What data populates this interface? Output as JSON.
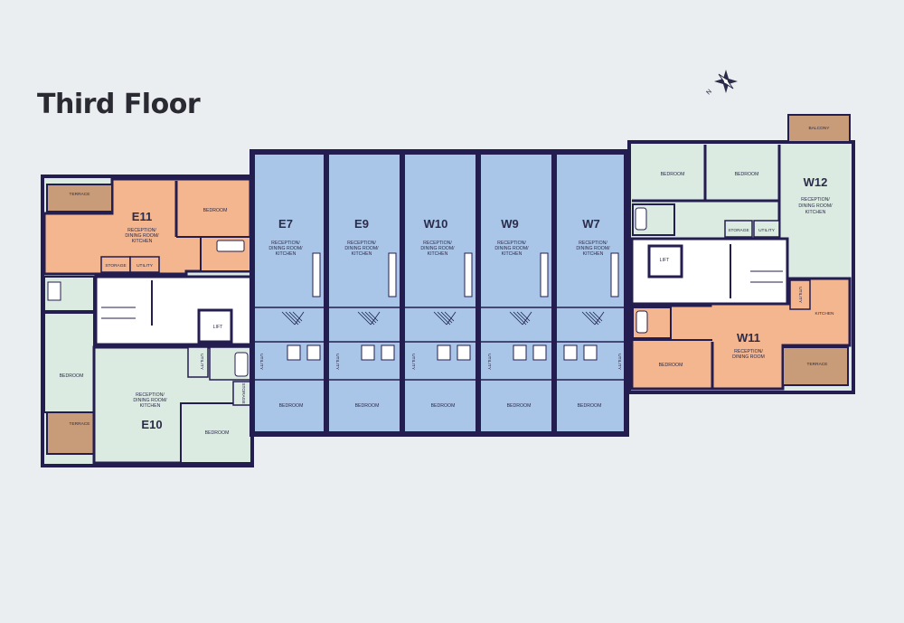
{
  "title": "Third Floor",
  "colors": {
    "wall": "#241d4f",
    "blue_unit": "#a9c6e8",
    "orange_unit": "#f4b68e",
    "green_unit": "#dcebe2",
    "terrace": "#c89c78",
    "core": "#ffffff",
    "background": "#eaeef0"
  },
  "compass": {
    "icon": "compass-rose-icon",
    "letter": "N"
  },
  "units": {
    "e11": {
      "name": "E11",
      "reception": [
        "RECEPTION/",
        "DINING ROOM/",
        "KITCHEN"
      ],
      "bedroom": "BEDROOM",
      "storage": "STORAGE",
      "utility": "UTILITY",
      "terrace": "TERRACE"
    },
    "e10": {
      "name": "E10",
      "reception": [
        "RECEPTION/",
        "DINING ROOM/",
        "KITCHEN"
      ],
      "bedroom1": "BEDROOM",
      "bedroom2": "BEDROOM",
      "utility": "UTILITY",
      "storage": "STORAGE",
      "terrace": "TERRACE"
    },
    "e7": {
      "name": "E7",
      "reception": [
        "RECEPTION/",
        "DINING ROOM/",
        "KITCHEN"
      ],
      "bedroom": "BEDROOM",
      "utility": "UTILITY"
    },
    "e9": {
      "name": "E9",
      "reception": [
        "RECEPTION/",
        "DINING ROOM/",
        "KITCHEN"
      ],
      "bedroom": "BEDROOM",
      "utility": "UTILITY"
    },
    "w10": {
      "name": "W10",
      "reception": [
        "RECEPTION/",
        "DINING ROOM/",
        "KITCHEN"
      ],
      "bedroom": "BEDROOM",
      "utility": "UTILITY"
    },
    "w9": {
      "name": "W9",
      "reception": [
        "RECEPTION/",
        "DINING ROOM/",
        "KITCHEN"
      ],
      "bedroom": "BEDROOM",
      "utility": "UTILITY"
    },
    "w7": {
      "name": "W7",
      "reception": [
        "RECEPTION/",
        "DINING ROOM/",
        "KITCHEN"
      ],
      "bedroom": "BEDROOM",
      "utility": "UTILITY"
    },
    "w12": {
      "name": "W12",
      "reception": [
        "RECEPTION/",
        "DINING ROOM/",
        "KITCHEN"
      ],
      "bedroom1": "BEDROOM",
      "bedroom2": "BEDROOM",
      "storage": "STORAGE",
      "utility": "UTILITY",
      "balcony": "BALCONY"
    },
    "w11": {
      "name": "W11",
      "reception": [
        "RECEPTION/",
        "DINING ROOM"
      ],
      "bedroom": "BEDROOM",
      "kitchen": "KITCHEN",
      "utility": "UTILITY",
      "terrace": "TERRACE"
    }
  },
  "lifts": {
    "east": "LIFT",
    "west": "LIFT"
  }
}
